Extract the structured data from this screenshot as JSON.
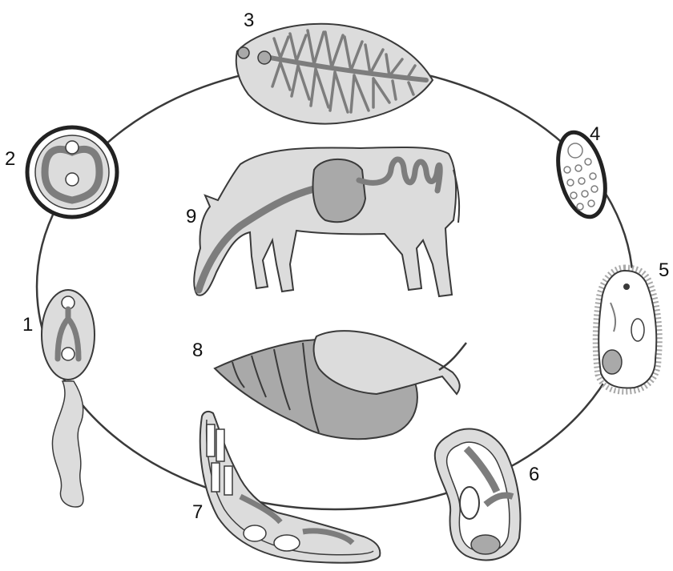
{
  "diagram": {
    "stage_labels": {
      "s1": "1",
      "s2": "2",
      "s3": "3",
      "s4": "4",
      "s5": "5",
      "s6": "6",
      "s7": "7",
      "s8": "8",
      "s9": "9"
    },
    "colors": {
      "outline": "#3a3a3a",
      "fill_light": "#dcdcdc",
      "fill_mid": "#a9a9a9",
      "fill_dark": "#7d7d7d",
      "background": "#ffffff"
    },
    "icons": {
      "s1": "cercaria-icon",
      "s2": "metacercaria-icon",
      "s3": "adult-fluke-icon",
      "s4": "egg-icon",
      "s5": "miracidium-icon",
      "s6": "sporocyst-icon",
      "s7": "redia-icon",
      "s8": "snail-icon",
      "s9": "cow-icon"
    }
  }
}
